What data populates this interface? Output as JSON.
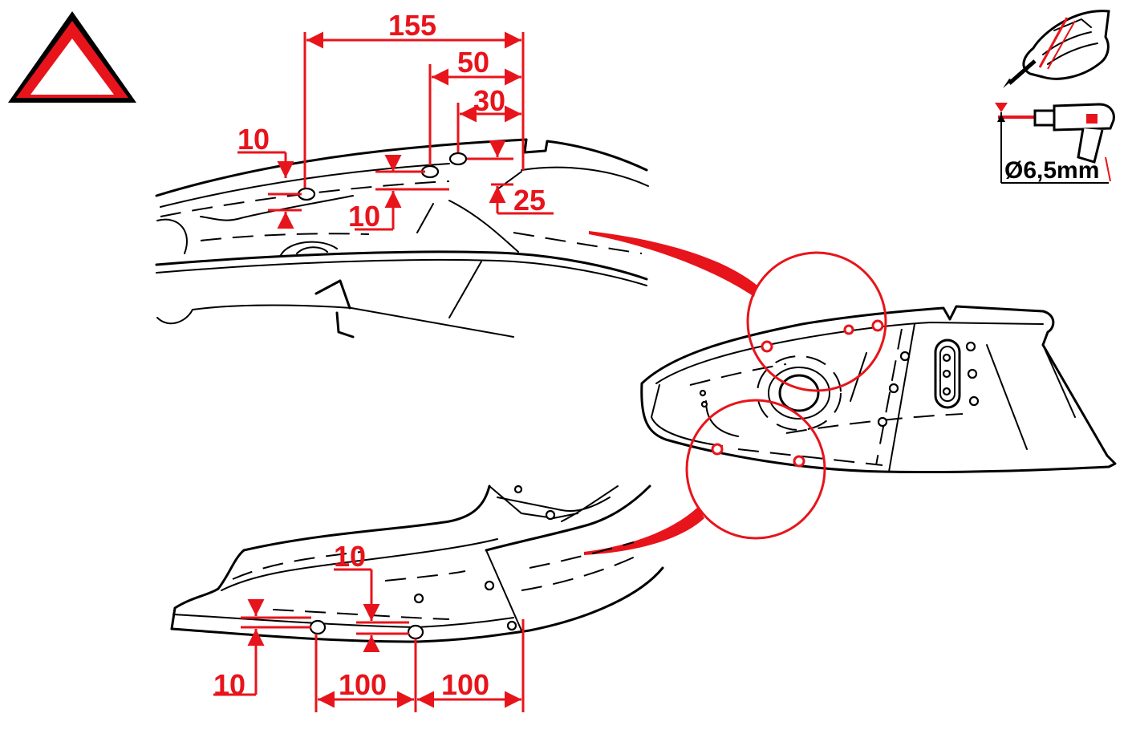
{
  "colors": {
    "accent": "#e8141b",
    "line": "#000000",
    "background": "#ffffff"
  },
  "icons": {
    "warning": "warning-triangle-icon",
    "marking": "hand-marking-icon",
    "drill": "drill-icon"
  },
  "top_detail": {
    "dim_155": "155",
    "dim_50": "50",
    "dim_30": "30",
    "dim_10_left": "10",
    "dim_10_mid": "10",
    "dim_25": "25"
  },
  "bottom_detail": {
    "dim_10_left": "10",
    "dim_10_mid": "10",
    "dim_100_a": "100",
    "dim_100_b": "100"
  },
  "drill": {
    "diameter": "Ø6,5mm"
  }
}
